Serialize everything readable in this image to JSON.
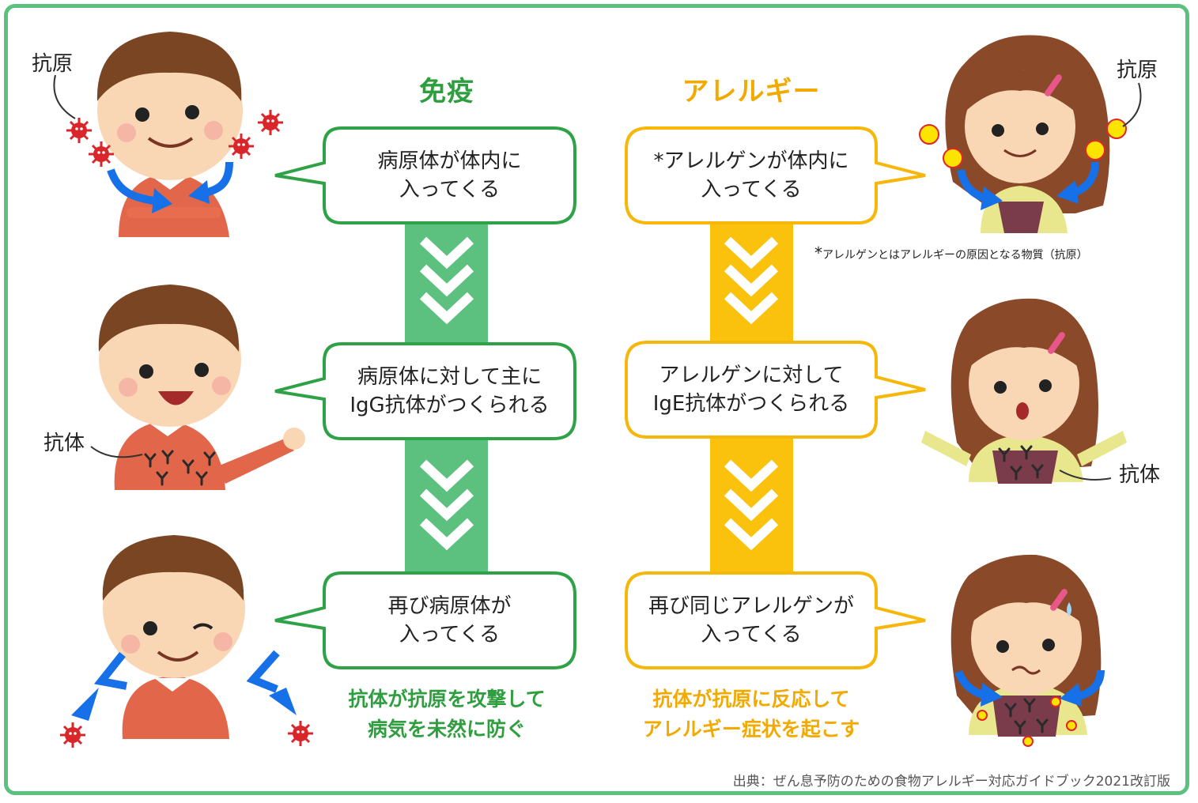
{
  "colors": {
    "immunity": "#5cc07f",
    "allergy": "#fbc20d",
    "immunity_text": "#2e9e3f",
    "allergy_text": "#f2a900",
    "arrow_blue": "#1670e8"
  },
  "headings": {
    "immunity": "免疫",
    "allergy": "アレルギー"
  },
  "immunity": {
    "steps": [
      {
        "text": "病原体が体内に\n入ってくる"
      },
      {
        "text": "病原体に対して主に\nIgG抗体がつくられる"
      },
      {
        "text": "再び病原体が\n入ってくる"
      }
    ],
    "result": "抗体が抗原を攻撃して\n病気を未然に防ぐ"
  },
  "allergy": {
    "step1_mark": "*",
    "step1_text": "アレルゲンが体内に\n入ってくる",
    "steps": [
      {
        "text": "アレルゲンに対して\nIgE抗体がつくられる"
      },
      {
        "text": "再び同じアレルゲンが\n入ってくる"
      }
    ],
    "result": "抗体が抗原に反応して\nアレルギー症状を起こす"
  },
  "note": {
    "mark": "*",
    "text": "アレルゲンとはアレルギーの原因となる物質（抗原）"
  },
  "labels": {
    "antigen_left": "抗原",
    "antigen_right": "抗原",
    "antibody_left": "抗体",
    "antibody_right": "抗体"
  },
  "source": "出典：ぜん息予防のための食物アレルギー対応ガイドブック2021改訂版"
}
